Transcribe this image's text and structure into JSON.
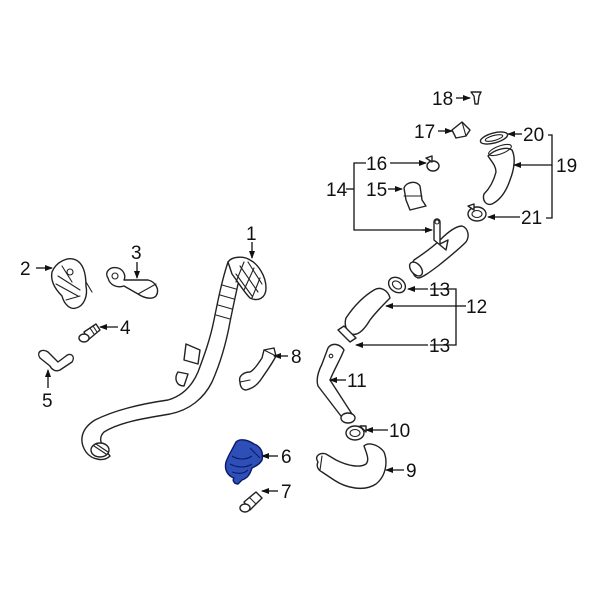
{
  "diagram": {
    "highlight_color": "#2f4fb8",
    "highlighted_part": "6",
    "callouts": [
      {
        "id": "c1",
        "label": "1"
      },
      {
        "id": "c2",
        "label": "2"
      },
      {
        "id": "c3",
        "label": "3"
      },
      {
        "id": "c4",
        "label": "4"
      },
      {
        "id": "c5",
        "label": "5"
      },
      {
        "id": "c6",
        "label": "6"
      },
      {
        "id": "c7",
        "label": "7"
      },
      {
        "id": "c8",
        "label": "8"
      },
      {
        "id": "c9",
        "label": "9"
      },
      {
        "id": "c10",
        "label": "10"
      },
      {
        "id": "c11",
        "label": "11"
      },
      {
        "id": "c12",
        "label": "12"
      },
      {
        "id": "c13a",
        "label": "13"
      },
      {
        "id": "c13b",
        "label": "13"
      },
      {
        "id": "c14",
        "label": "14"
      },
      {
        "id": "c15",
        "label": "15"
      },
      {
        "id": "c16",
        "label": "16"
      },
      {
        "id": "c17",
        "label": "17"
      },
      {
        "id": "c18",
        "label": "18"
      },
      {
        "id": "c19",
        "label": "19"
      },
      {
        "id": "c20",
        "label": "20"
      },
      {
        "id": "c21",
        "label": "21"
      }
    ]
  }
}
